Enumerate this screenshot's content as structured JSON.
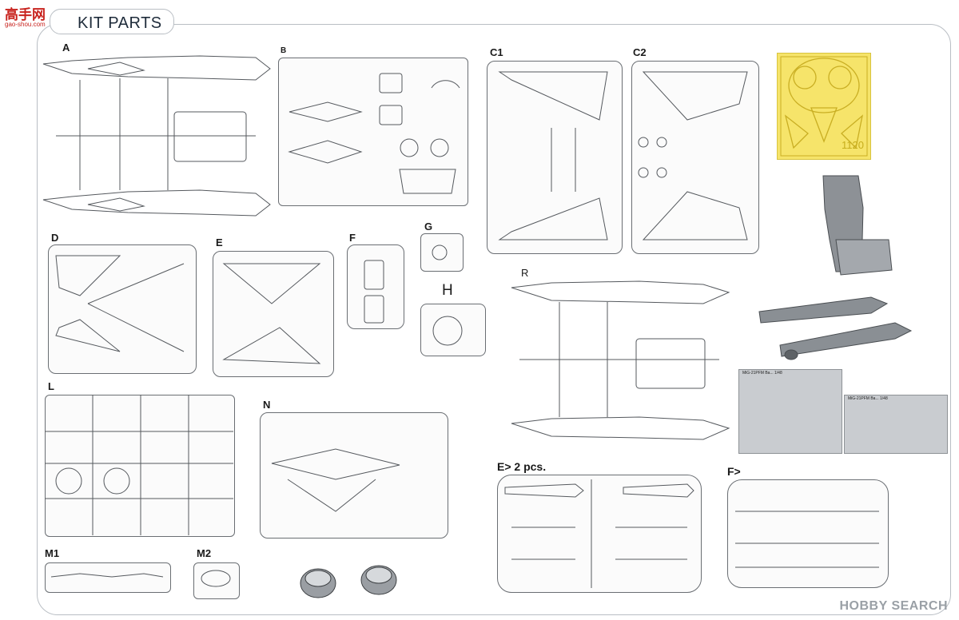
{
  "header": {
    "logo_text": "高手网",
    "logo_url": "gao-shou.com",
    "title": "KIT PARTS"
  },
  "sprue_labels": {
    "A": "A",
    "B": "B",
    "C1": "C1",
    "C2": "C2",
    "D": "D",
    "E": "E",
    "F": "F",
    "G": "G",
    "H": "H",
    "R": "R",
    "L": "L",
    "N": "N",
    "M1": "M1",
    "M2": "M2",
    "E2": "E> 2 pcs.",
    "F2": "F>"
  },
  "mask": {
    "number": "1120"
  },
  "photoetch": [
    {
      "title": "MiG-21PFM Ba... 1/48"
    },
    {
      "title": "MiG-21PFM Ba... 1/48"
    }
  ],
  "watermark": "HOBBY SEARCH",
  "colors": {
    "frame": "#b9bec4",
    "sprue_line": "#6a6e73",
    "mask_yellow": "#f6e46a",
    "resin_gray": "#8a8f94",
    "logo_red": "#c8231e"
  }
}
